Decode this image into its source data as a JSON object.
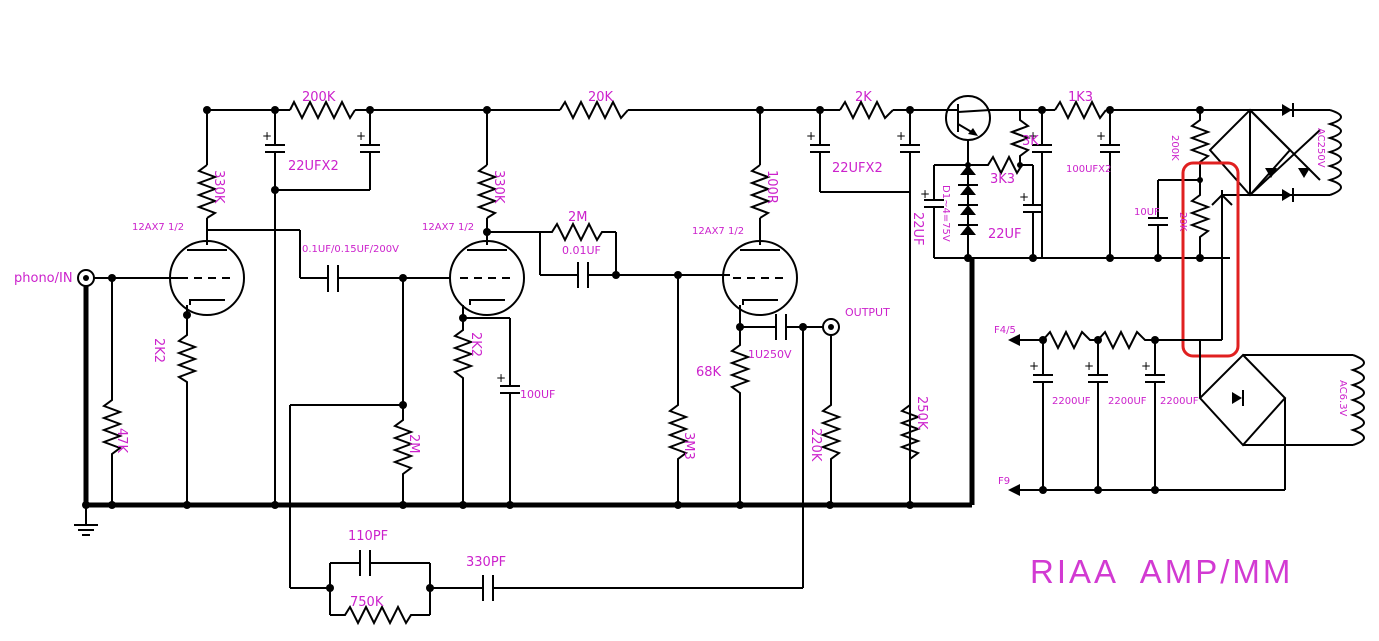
{
  "title": "RIAA  AMP/MM",
  "ports": {
    "input": "phono/IN",
    "output": "OUTPUT",
    "f45": "F4/5",
    "f9": "F9"
  },
  "tubes": {
    "v1": "12AX7 1/2",
    "v2": "12AX7 1/2",
    "v3": "12AX7 1/2"
  },
  "resistors": {
    "r_top1": "200K",
    "r_top2": "20K",
    "r_top3": "2K",
    "r_top4": "1K3",
    "r_plate1": "330K",
    "r_plate2": "330K",
    "r_plate3": "100R",
    "r_cath1": "2K2",
    "r_cath2": "2K2",
    "r_cath3": "68K",
    "r_grid": "47K",
    "r_2m_fb": "2M",
    "r_2m_grid": "2M",
    "r_3m3": "3M3",
    "r_220k": "220K",
    "r_250k": "250K",
    "r_750k": "750K",
    "r_3k": "3K",
    "r_3k3": "3K3",
    "r_200k_psu": "200K",
    "r_20k_psu": "20K"
  },
  "capacitors": {
    "c_22ufx2_a": "22UFX2",
    "c_22ufx2_b": "22UFX2",
    "c_coupling1": "0.1UF/0.15UF/200V",
    "c_001": "0.01UF",
    "c_100uf": "100UF",
    "c_out": "1U250V",
    "c_110pf": "110PF",
    "c_330pf": "330PF",
    "c_22uf_v": "22UF",
    "c_22uf": "22UF",
    "c_100ufx2": "100UFX2",
    "c_10uf": "10UF",
    "c_2200_1": "2200UF",
    "c_2200_2": "2200UF",
    "c_2200_3": "2200UF"
  },
  "zener": "D1~4=75V",
  "transformers": {
    "hv": "AC250V",
    "heater": "AC6.3V"
  },
  "colors": {
    "label": "#cc22cc",
    "highlight": "#e02020"
  }
}
